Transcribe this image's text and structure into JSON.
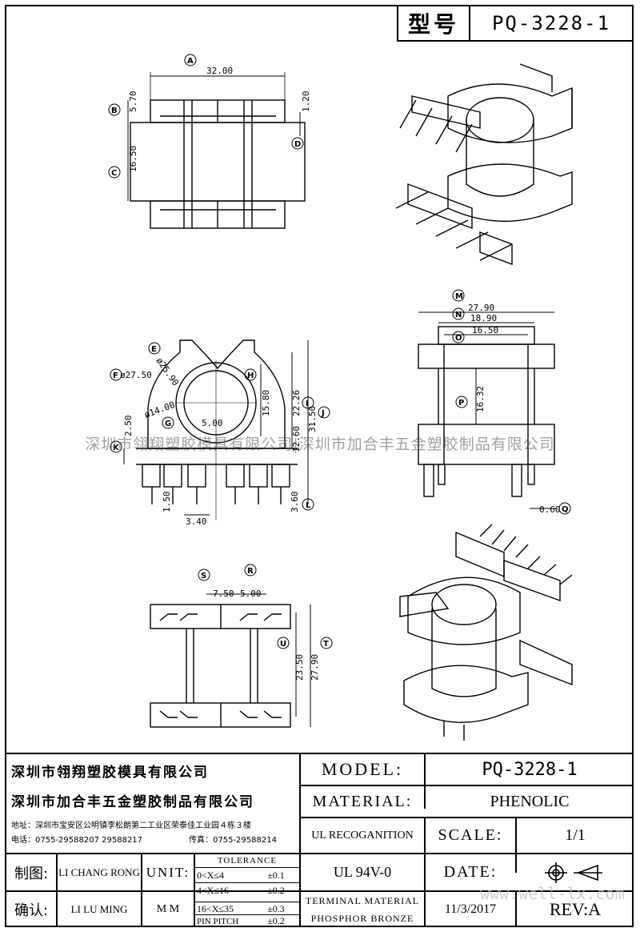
{
  "header": {
    "type_label": "型号",
    "model": "PQ-3228-1"
  },
  "watermark": "深圳市翎翔塑胶模具有限公司|深圳市加合丰五金塑胶制品有限公司",
  "website_watermark": "www.well-lx.com",
  "top_view": {
    "dims": {
      "A": "32.00",
      "B": "5.70",
      "C": "16.50",
      "D": "1.20"
    },
    "markers": [
      "A",
      "B",
      "C",
      "D"
    ]
  },
  "front_view": {
    "dims": {
      "E": "ø25.90",
      "F": "ø27.50",
      "G": "ø14.00",
      "H": "15.80",
      "I": "22.26",
      "J": "31.50",
      "K": "2.50",
      "K2": "12.60",
      "L": "3.60",
      "w": "5.00",
      "pin": "1.50",
      "pitch": "3.40"
    },
    "markers": [
      "E",
      "F",
      "G",
      "H",
      "I",
      "J",
      "K",
      "L"
    ]
  },
  "side_view": {
    "dims": {
      "M": "27.90",
      "N": "18.90",
      "O": "16.50",
      "P": "16.32",
      "Q": "0.60"
    },
    "markers": [
      "M",
      "N",
      "O",
      "P",
      "Q"
    ]
  },
  "bottom_view": {
    "dims": {
      "S": "7.50",
      "R": "5.00",
      "U": "23.50",
      "T": "27.90"
    },
    "markers": [
      "S",
      "R",
      "U",
      "T"
    ]
  },
  "title_block": {
    "company1": "深圳市翎翔塑胶模具有限公司",
    "company2": "深圳市加合丰五金塑胶制品有限公司",
    "address": "地址：深圳市宝安区公明镇李松朗第二工业区荣泰佳工业园４栋３楼",
    "phone": "电话：0755-29588207  29588217",
    "fax": "传真：0755-29588214",
    "model_label": "MODEL:",
    "model_value": "PQ-3228-1",
    "material_label": "MATERIAL:",
    "material_value": "PHENOLIC",
    "ul_label": "UL RECOGANITION",
    "ul_value": "UL 94V-0",
    "scale_label": "SCALE:",
    "scale_value": "1/1",
    "date_label": "DATE:",
    "date_value": "11/3/2017",
    "terminal_label": "TERMINAL MATERIAL",
    "terminal_value": "PHOSPHOR  BRONZE",
    "rev": "REV:A",
    "drawn_label": "制图:",
    "drawn_by": "LI CHANG RONG",
    "check_label": "确认:",
    "checked_by": "LI LU MING",
    "unit_label": "UNIT:",
    "unit_value": "M M",
    "tolerance_title": "TOLERANCE",
    "tolerances": [
      {
        "range": "0<X≤4",
        "value": "±0.1"
      },
      {
        "range": "4<X≤16",
        "value": "±0.2"
      },
      {
        "range": "16<X≤35",
        "value": "±0.3"
      },
      {
        "range": "PIN PITCH",
        "value": "±0.2"
      }
    ]
  }
}
